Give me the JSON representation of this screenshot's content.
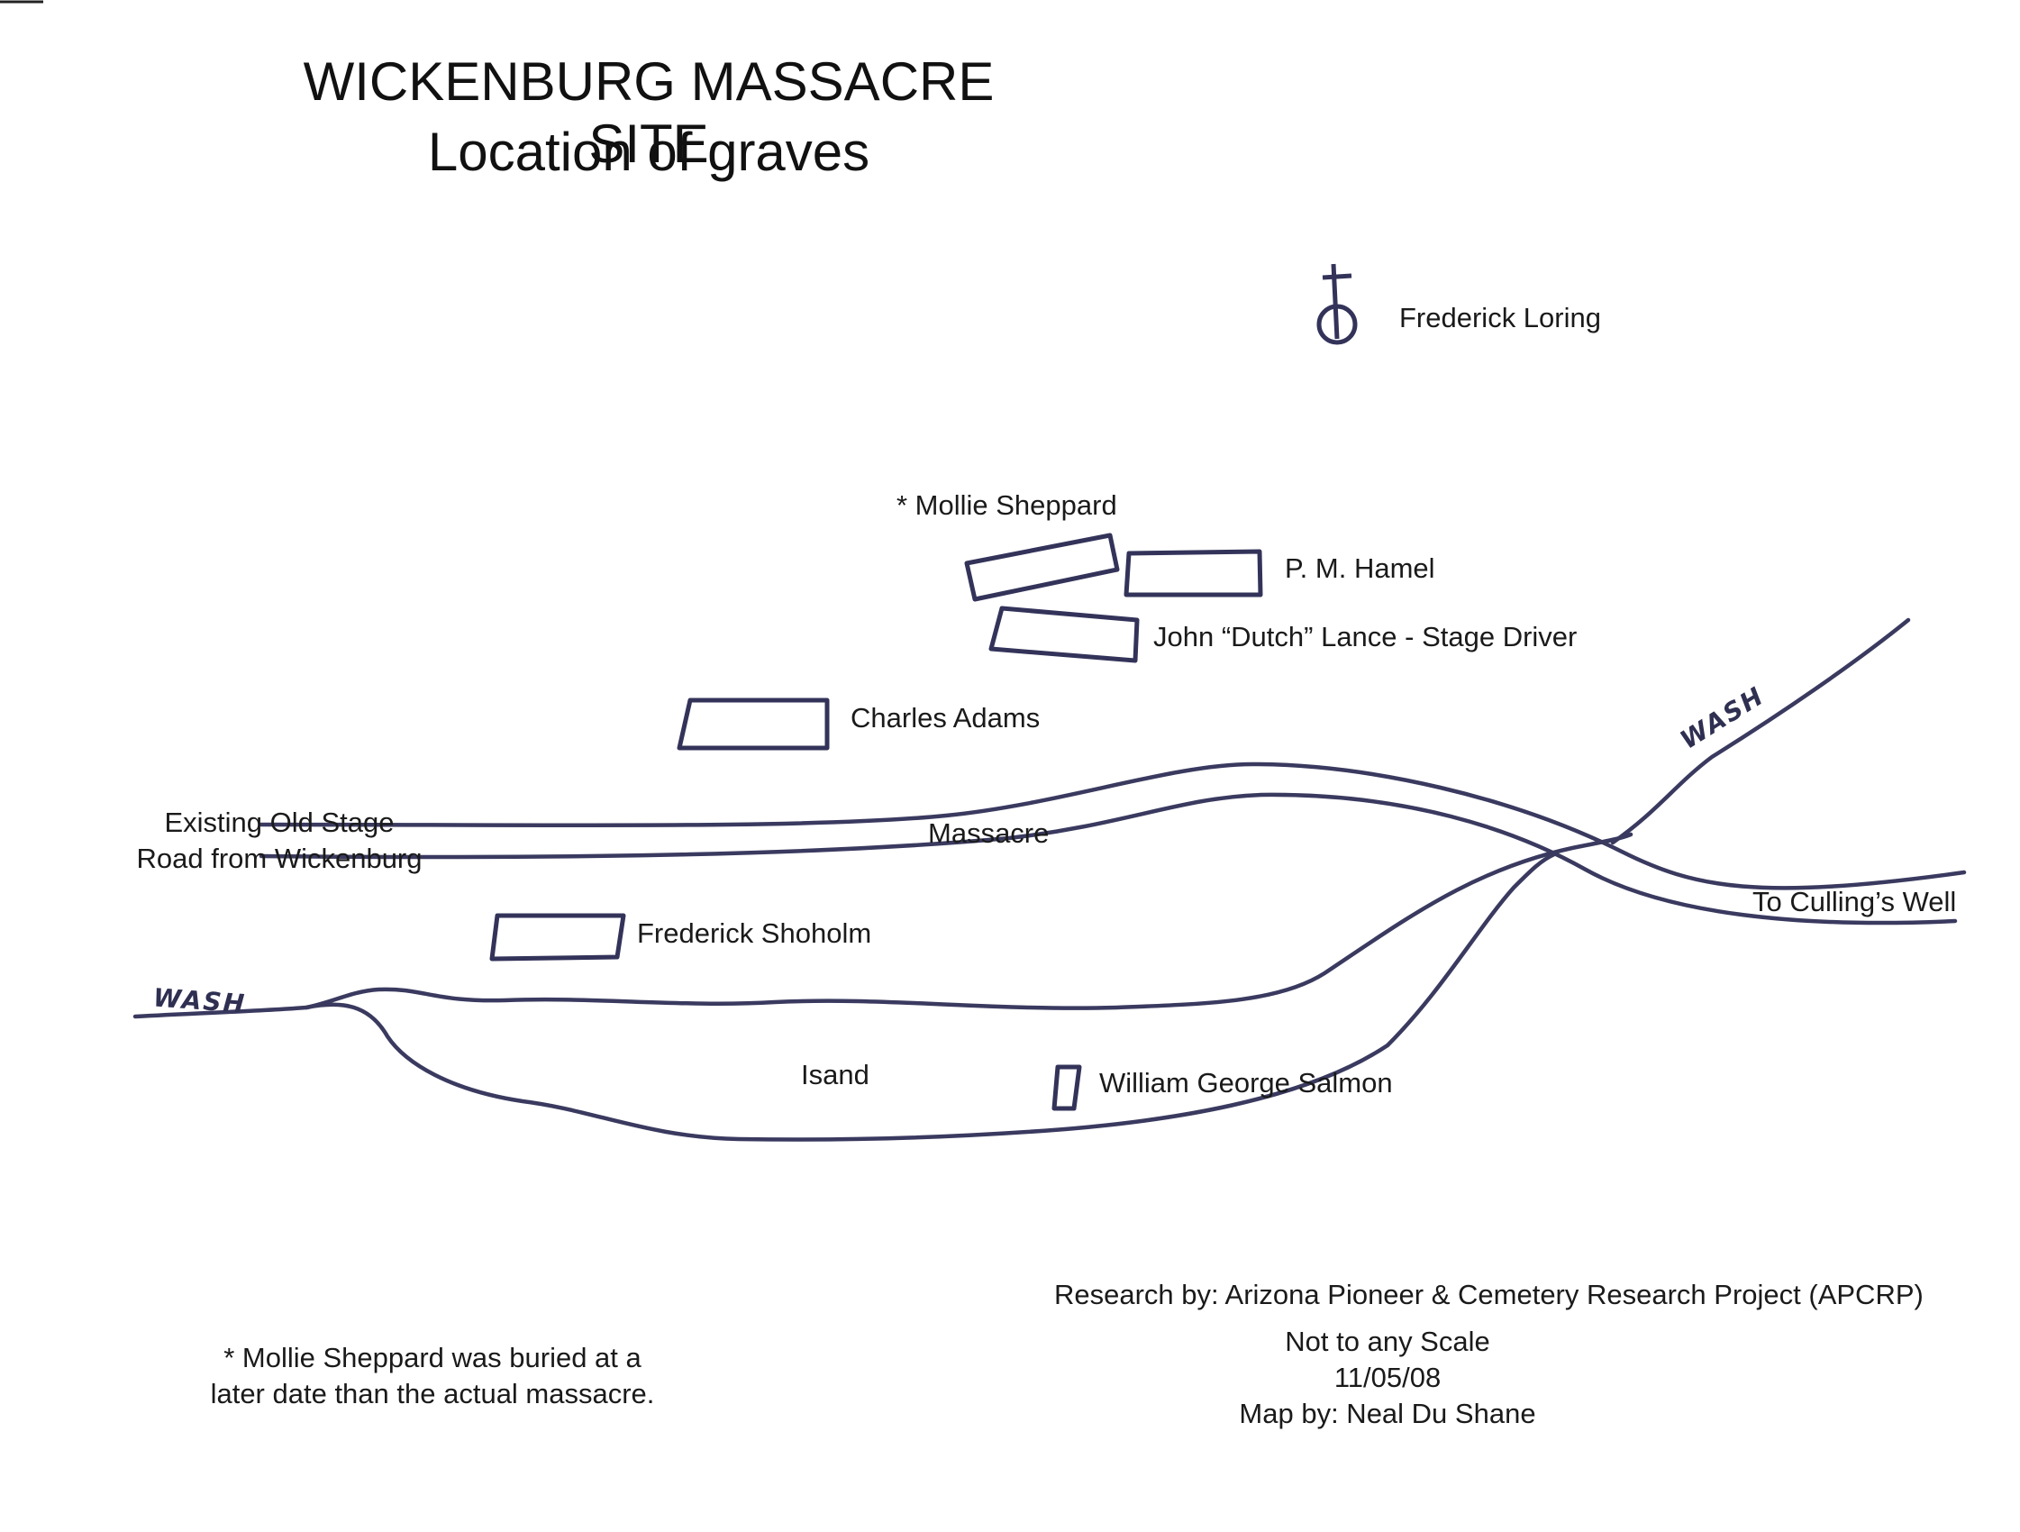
{
  "title": {
    "line1": "WICKENBURG MASSACRE SITE",
    "line2": "Location of graves"
  },
  "graves": {
    "frederick_loring": "Frederick Loring",
    "mollie_sheppard": "* Mollie Sheppard",
    "pm_hamel": "P. M. Hamel",
    "john_lance": "John “Dutch” Lance - Stage Driver",
    "charles_adams": "Charles Adams",
    "frederick_shoholm": "Frederick Shoholm",
    "william_salmon": "William George Salmon"
  },
  "places": {
    "old_stage_road_line1": "Existing Old Stage",
    "old_stage_road_line2": "Road from Wickenburg",
    "massacre": "Massacre",
    "to_cullings_well": "To Culling’s Well",
    "island": "Isand",
    "wash_left": "WASH",
    "wash_right": "WASH"
  },
  "notes": {
    "footnote_line1": "* Mollie Sheppard was buried at a",
    "footnote_line2": "later date than the actual massacre.",
    "research": "Research by: Arizona Pioneer & Cemetery Research Project (APCRP)",
    "scale": "Not to any Scale",
    "date": "11/05/08",
    "map_by": "Map by: Neal Du Shane"
  },
  "colors": {
    "ink": "#3a3a60",
    "text": "#1a1a1a",
    "background": "#ffffff"
  }
}
